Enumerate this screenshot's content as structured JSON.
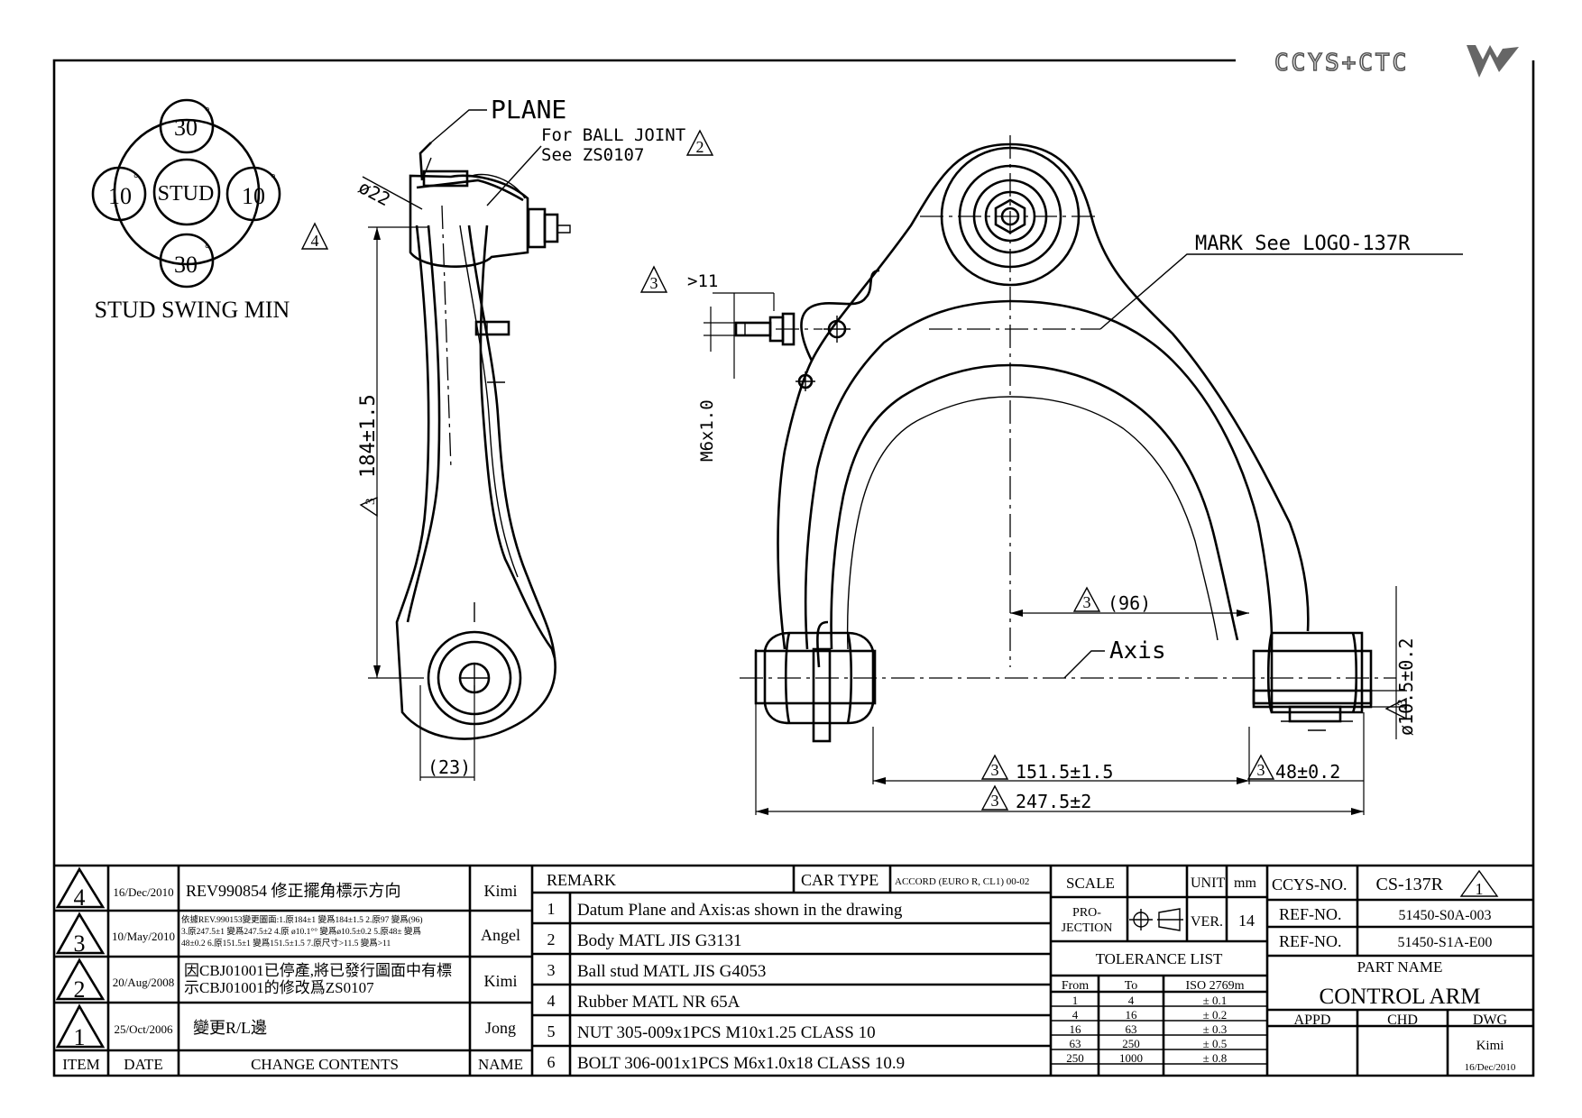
{
  "logo": {
    "text": "CCYS+CTC"
  },
  "stud_swing": {
    "top": "30",
    "left": "10",
    "right": "10",
    "bottom": "30",
    "degree_mark": "°",
    "center": "STUD",
    "caption": "STUD SWING MIN"
  },
  "side_view": {
    "plane": "PLANE",
    "ball_joint_line1": "For BALL JOINT",
    "ball_joint_line2": "See ZS0107",
    "dia22": "ø22",
    "height_dim": "184±1.5",
    "bottom_dim": "(23)"
  },
  "front_view": {
    "gt11": ">11",
    "bolt": "M6x1.0",
    "mark_note": "MARK See LOGO-137R",
    "dim96": "(96)",
    "axis": "Axis",
    "dim151": "151.5±1.5",
    "dim247": "247.5±2",
    "dim48": "48±0.2",
    "dia105": "ø10.5±0.2"
  },
  "rev_marks": {
    "r1": "1",
    "r2": "2",
    "r3": "3",
    "r4": "4"
  },
  "revisions": [
    {
      "item": "4",
      "date": "16/Dec/2010",
      "content": "REV990854 修正擺角標示方向",
      "name": "Kimi"
    },
    {
      "item": "3",
      "date": "10/May/2010",
      "content_lines": [
        "依據REV.990153變更圖面:1.原184±1 變爲184±1.5 2.原97 變爲(96)",
        "3.原247.5±1 變爲247.5±2 4.原 ø10.1°° 變爲ø10.5±0.2 5.原48± 變爲",
        "48±0.2 6.原151.5±1 變爲151.5±1.5 7.原尺寸>11.5 變爲>11"
      ],
      "name": "Angel"
    },
    {
      "item": "2",
      "date": "20/Aug/2008",
      "content_lines": [
        "因CBJ01001已停產,將已發行圖面中有標",
        "示CBJ01001的修改爲ZS0107"
      ],
      "name": "Kimi"
    },
    {
      "item": "1",
      "date": "25/Oct/2006",
      "content": "變更R/L邊",
      "name": "Jong"
    }
  ],
  "rev_header": {
    "item": "ITEM",
    "date": "DATE",
    "contents": "CHANGE CONTENTS",
    "name": "NAME"
  },
  "remark": {
    "title": "REMARK",
    "car_type_label": "CAR TYPE",
    "car_type": "ACCORD (EURO R, CL1) 00-02",
    "items": [
      {
        "n": "1",
        "text": "Datum Plane and Axis:as shown in the drawing"
      },
      {
        "n": "2",
        "text": "Body MATL JIS G3131"
      },
      {
        "n": "3",
        "text": "Ball stud MATL JIS G4053"
      },
      {
        "n": "4",
        "text": "Rubber MATL NR 65A"
      },
      {
        "n": "5",
        "text": "NUT 305-009x1PCS M10x1.25 CLASS 10"
      },
      {
        "n": "6",
        "text": "BOLT 306-001x1PCS M6x1.0x18 CLASS 10.9"
      }
    ]
  },
  "info": {
    "scale": "SCALE",
    "unit": "UNIT",
    "mm": "mm",
    "pro": "PRO-",
    "jection": "JECTION",
    "ver": "VER.",
    "ver_val": "14",
    "tol_list": "TOLERANCE LIST",
    "tol_head": [
      "From",
      "To",
      "ISO 2769m"
    ],
    "tol_rows": [
      [
        "1",
        "4",
        "± 0.1"
      ],
      [
        "4",
        "16",
        "± 0.2"
      ],
      [
        "16",
        "63",
        "± 0.3"
      ],
      [
        "63",
        "250",
        "± 0.5"
      ],
      [
        "250",
        "1000",
        "± 0.8"
      ]
    ]
  },
  "title_block": {
    "ccys_no_label": "CCYS-NO.",
    "ccys_no": "CS-137R",
    "ccys_rev": "1",
    "ref1_label": "REF-NO.",
    "ref1": "51450-S0A-003",
    "ref2_label": "REF-NO.",
    "ref2": "51450-S1A-E00",
    "part_name_label": "PART NAME",
    "part_name": "CONTROL ARM",
    "appd": "APPD",
    "chd": "CHD",
    "dwg": "DWG",
    "dwg_by": "Kimi",
    "dwg_date": "16/Dec/2010"
  }
}
